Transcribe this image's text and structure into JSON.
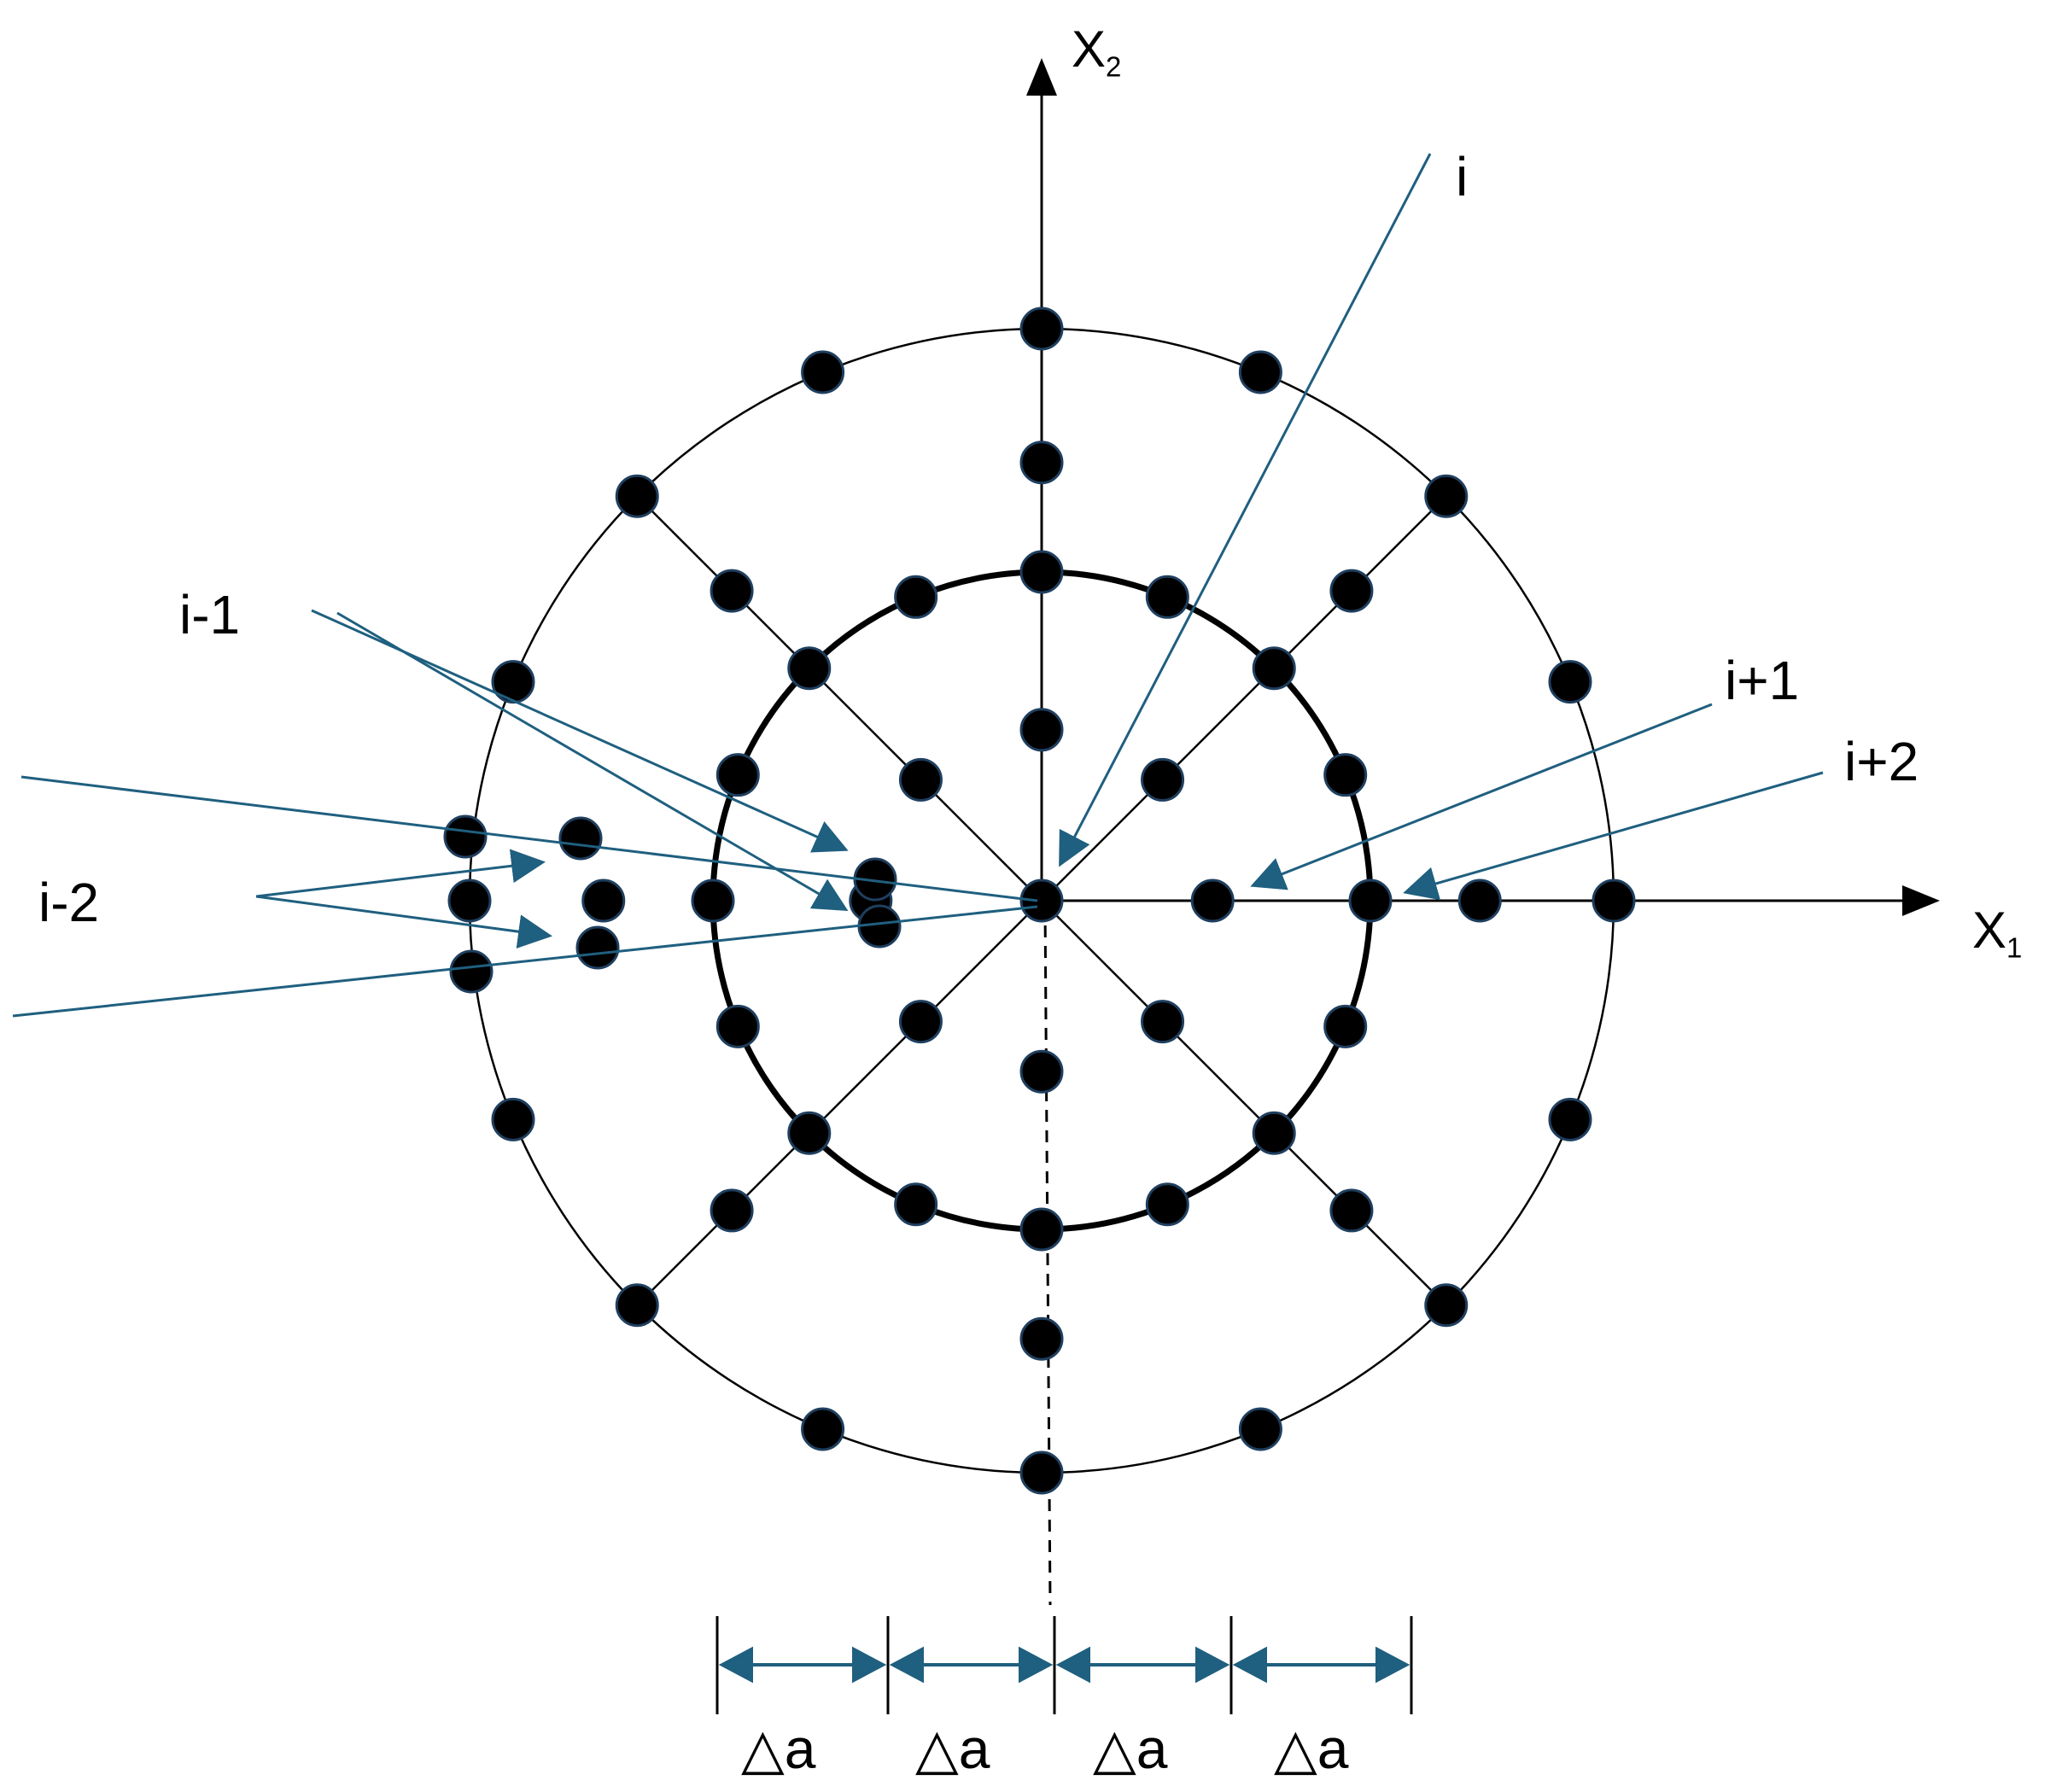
{
  "axes": {
    "x_main": "X",
    "x_sub": "1",
    "y_main": "X",
    "y_sub": "2"
  },
  "labels": {
    "i": "i",
    "i_minus_1": "i-1",
    "i_minus_2": "i-2",
    "i_plus_1": "i+1",
    "i_plus_2": "i+2"
  },
  "spacing_label": "△a",
  "colors": {
    "ink": "#000000",
    "arrow": "#1f5f7f",
    "background": "#ffffff"
  }
}
